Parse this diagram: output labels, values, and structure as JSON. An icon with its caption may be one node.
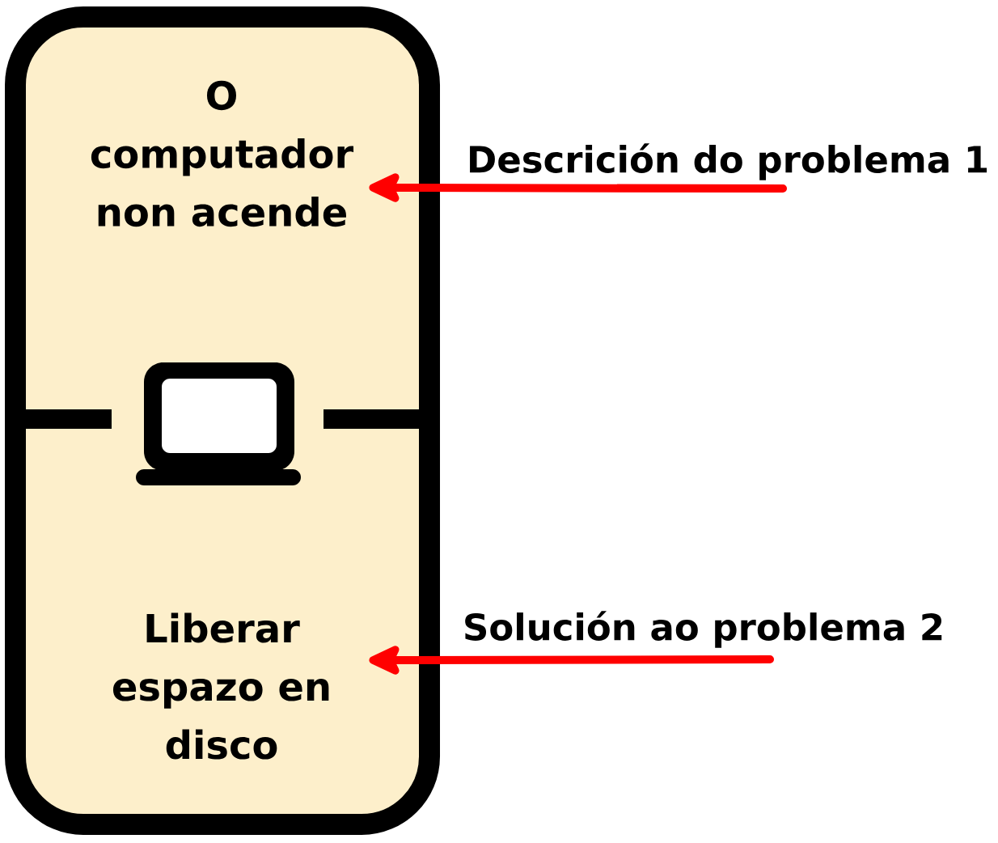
{
  "diagram": {
    "nodes": [
      {
        "text": [],
        "shape": "box"
      },
      {
        "text": [
          "O computador non acende"
        ],
        "in": 0
      },
      {
        "text": [
          "Descrición do problema 1"
        ]
      },
      {
        "text": [
          "Liberar espazo en disco"
        ],
        "in": 0
      },
      {
        "text": [
          "Solución ao problema 2"
        ]
      }
    ],
    "edges": [
      {
        "from": 2,
        "to": 1,
        "arrow": "to"
      },
      {
        "from": 4,
        "to": 3,
        "arrow": "to"
      }
    ]
  }
}
